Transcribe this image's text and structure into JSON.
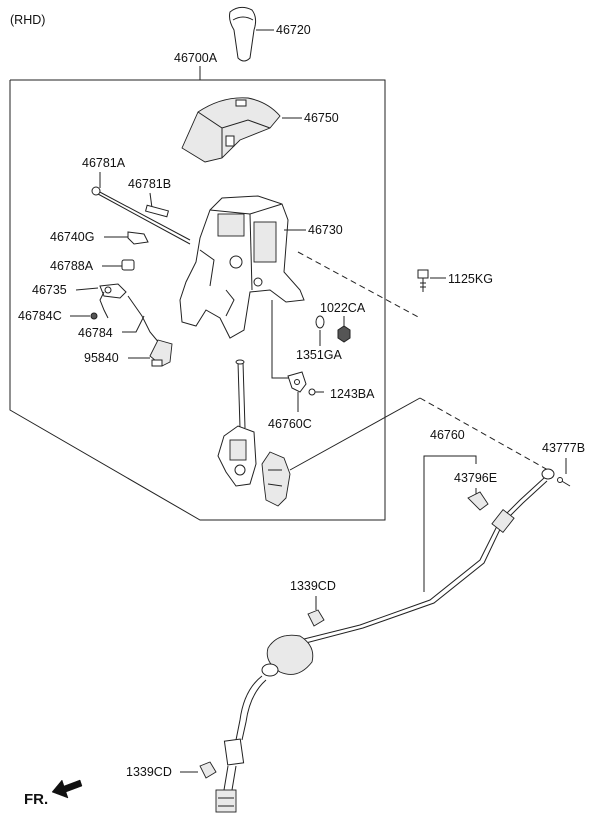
{
  "variant_note": "(RHD)",
  "direction_label": "FR.",
  "labels": {
    "p46720": "46720",
    "p46700A": "46700A",
    "p46750": "46750",
    "p46781A": "46781A",
    "p46781B": "46781B",
    "p46740G": "46740G",
    "p46730": "46730",
    "p46788A": "46788A",
    "p1125KG": "1125KG",
    "p46735": "46735",
    "p1022CA": "1022CA",
    "p46784C": "46784C",
    "p46784": "46784",
    "p1351GA": "1351GA",
    "p95840": "95840",
    "p1243BA": "1243BA",
    "p46760C": "46760C",
    "p46760": "46760",
    "p43777B": "43777B",
    "p43796E": "43796E",
    "p1339CD_a": "1339CD",
    "p1339CD_b": "1339CD"
  }
}
